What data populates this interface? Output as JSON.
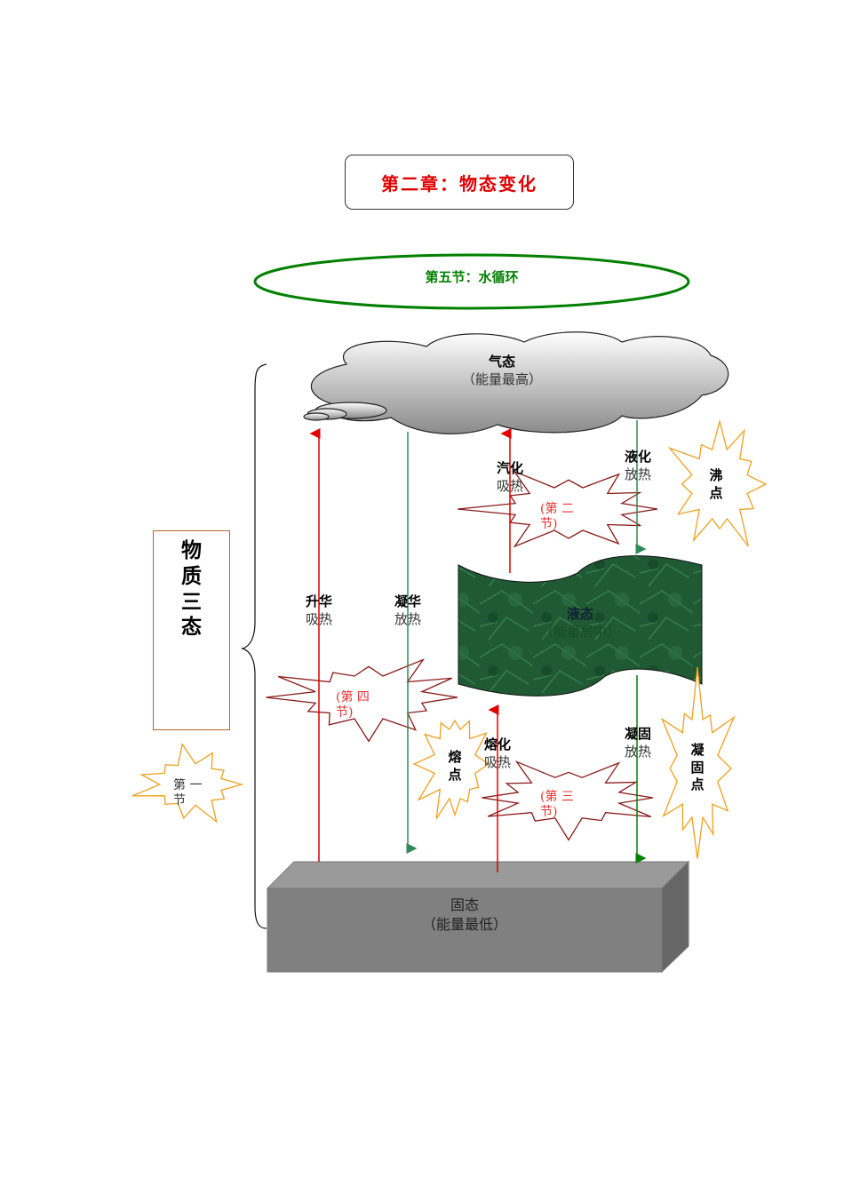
{
  "title": "第二章：物态变化",
  "section_title": "第五节：水循环",
  "gas": {
    "name": "气态",
    "energy": "（能量最高）"
  },
  "liquid": {
    "name": "液态",
    "energy": "（能量居中）"
  },
  "solid": {
    "name": "固态",
    "energy": "（能量最低）"
  },
  "three_states_label": "物质三态",
  "processes": {
    "sublimation": {
      "name": "升华",
      "heat": "吸热"
    },
    "deposition": {
      "name": "凝华",
      "heat": "放热"
    },
    "vaporization": {
      "name": "汽化",
      "heat": "吸热"
    },
    "liquefaction": {
      "name": "液化",
      "heat": "放热"
    },
    "melting": {
      "name": "熔化",
      "heat": "吸热"
    },
    "solidification": {
      "name": "凝固",
      "heat": "放热"
    }
  },
  "points": {
    "boiling": "沸点",
    "melting": "熔点",
    "freezing": "凝固点"
  },
  "sections": {
    "one": "第 一 节",
    "two": "(第 二 节)",
    "three": "(第 三 节)",
    "four": "(第 四 节)"
  },
  "colors": {
    "title": "#e00000",
    "section": "#008000",
    "heat_absorb": "#e00000",
    "heat_release": "#2e8b57",
    "starburst_red": "#8b1a1a",
    "starburst_orange": "#f0a020"
  }
}
